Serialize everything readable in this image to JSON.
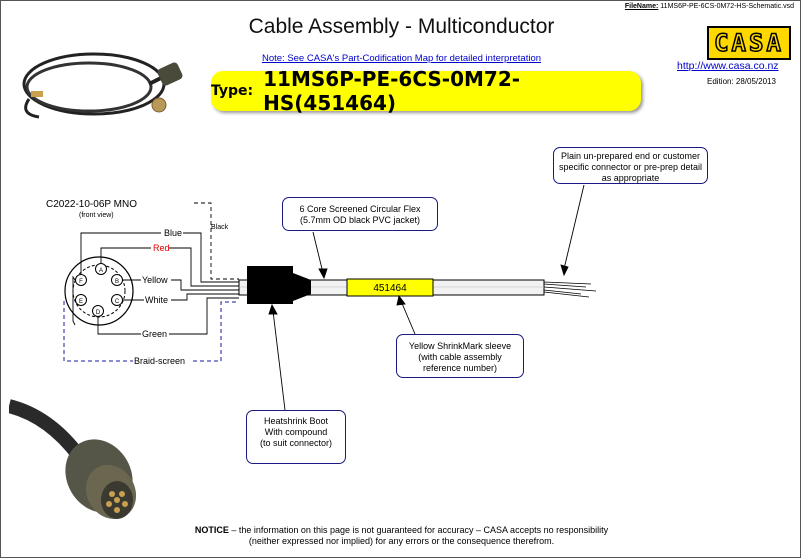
{
  "header": {
    "filename_label": "FileName:",
    "filename_value": "11MS6P-PE-6CS-0M72-HS-Schematic.vsd",
    "title": "Cable Assembly - Multiconductor",
    "note_link": "Note: See CASA's Part-Codification Map for detailed interpretation",
    "type_label": "Type:",
    "type_code": "11MS6P-PE-6CS-0M72-HS(451464)",
    "logo_text": "CASA",
    "website": "http://www.casa.co.nz",
    "edition": "Edition: 28/05/2013"
  },
  "connector": {
    "name": "C2022-10-06P MNO",
    "view": "(front view)",
    "pins": [
      "A",
      "B",
      "C",
      "D",
      "E",
      "F"
    ],
    "wires": {
      "blue": "Blue",
      "red": "Red",
      "yellow": "Yellow",
      "white": "White",
      "green": "Green",
      "black": "Black",
      "braid": "Braid-screen"
    }
  },
  "sleeve_text": "451464",
  "callouts": {
    "plain_end": "Plain un-prepared end or customer specific connector or pre-prep detail as appropriate",
    "flex_line1": "6 Core Screened Circular Flex",
    "flex_line2": "(5.7mm OD black PVC jacket)",
    "sleeve_line1": "Yellow ShrinkMark sleeve",
    "sleeve_line2": "(with cable assembly reference number)",
    "boot_line1": "Heatshrink Boot",
    "boot_line2": "With compound",
    "boot_line3": "(to suit connector)"
  },
  "notice": {
    "bold": "NOTICE",
    "line1": " – the information on this page is not guaranteed for accuracy – CASA accepts no responsibility",
    "line2": "(neither expressed nor implied) for any errors or the consequence therefrom."
  },
  "colors": {
    "yellow": "#ffff00",
    "logo": "#ffd800",
    "link": "#0000cc",
    "red_label": "#e00000",
    "callout_border": "#1a1a80",
    "braid_dash": "#1a1aa0"
  }
}
